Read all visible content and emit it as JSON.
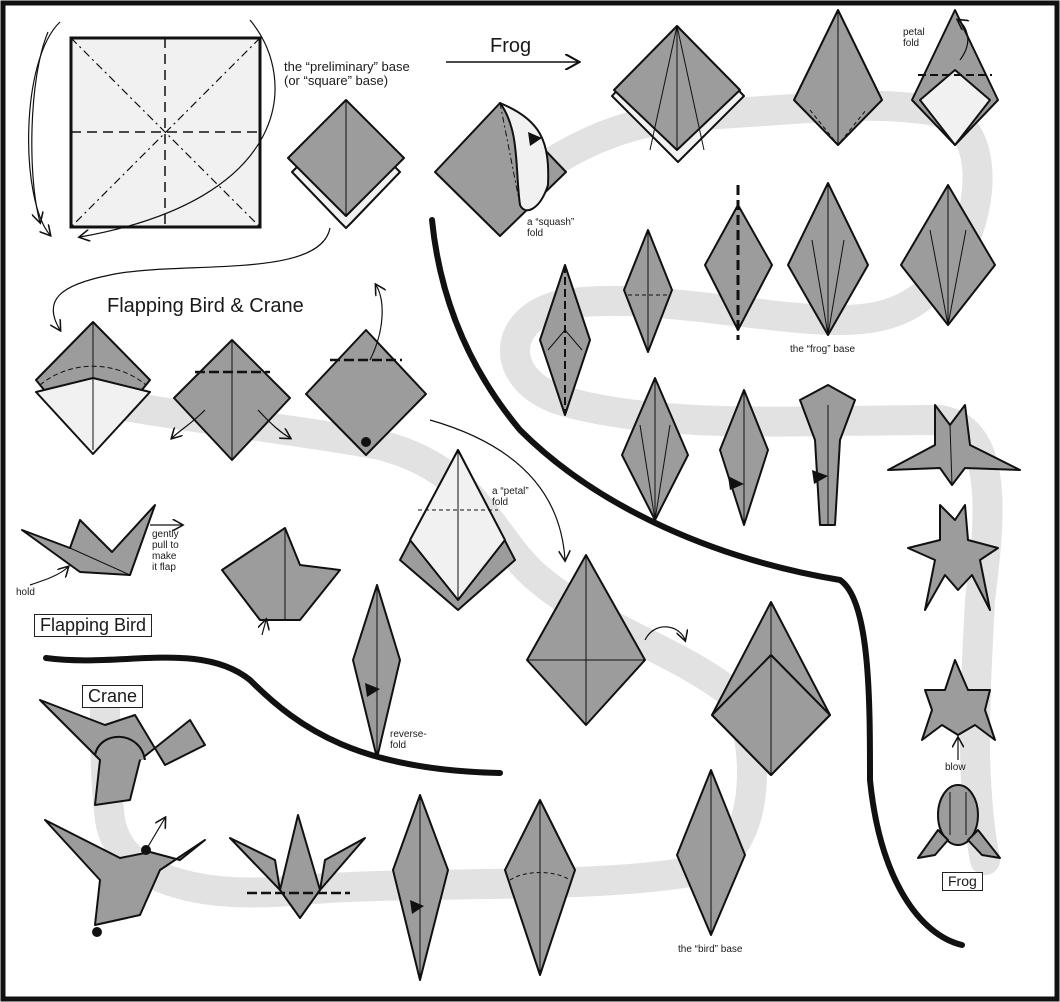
{
  "labels": {
    "frog_title": "Frog",
    "preliminary_line1": "the “preliminary” base",
    "preliminary_line2": "(or “square” base)",
    "squash_line1": "a “squash”",
    "squash_line2": "fold",
    "petal_top_line1": "petal",
    "petal_top_line2": "fold",
    "petal_mid_line1": "a “petal”",
    "petal_mid_line2": "fold",
    "flapping_crane_title": "Flapping Bird & Crane",
    "gently_1": "gently",
    "gently_2": "pull to",
    "gently_3": "make",
    "gently_4": "it flap",
    "hold": "hold",
    "flapping_bird": "Flapping Bird",
    "crane": "Crane",
    "reverse_1": "reverse-",
    "reverse_2": "fold",
    "frog_base": "the “frog” base",
    "bird_base": "the “bird” base",
    "blow": "blow",
    "frog_box": "Frog"
  },
  "colors": {
    "paper_gray": "#9c9c9c",
    "paper_light": "#f1f1f1",
    "path_band": "#e2e2e2",
    "ink": "#111111"
  }
}
